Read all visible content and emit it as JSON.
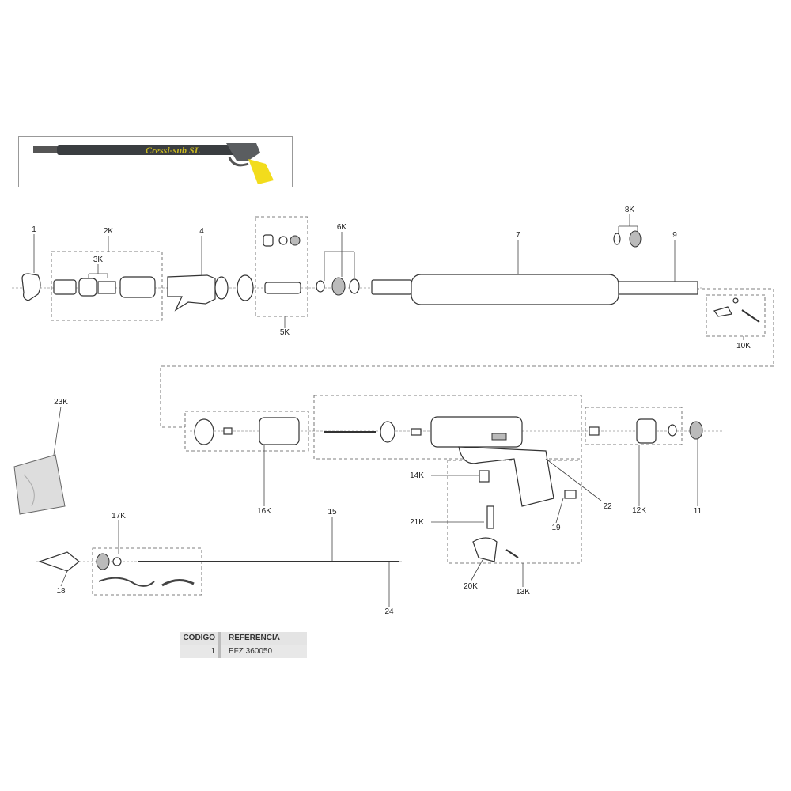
{
  "product_photo": {
    "brand_text": "Cressi-sub SL"
  },
  "labels": {
    "p1": "1",
    "p2k": "2K",
    "p3k": "3K",
    "p4": "4",
    "p5k": "5K",
    "p6k": "6K",
    "p7": "7",
    "p8k": "8K",
    "p9": "9",
    "p10k": "10K",
    "p11": "11",
    "p12k": "12K",
    "p13k": "13K",
    "p14k": "14K",
    "p15": "15",
    "p16k": "16K",
    "p17k": "17K",
    "p18": "18",
    "p19": "19",
    "p20k": "20K",
    "p21k": "21K",
    "p22": "22",
    "p23k": "23K",
    "p24": "24"
  },
  "table": {
    "headers": [
      "CODIGO",
      "REFERENCIA"
    ],
    "rows": [
      {
        "codigo": "1",
        "referencia": "EFZ 360050"
      }
    ]
  },
  "colors": {
    "grip": "#f2dc1c",
    "barrel": "#3a3d40"
  }
}
